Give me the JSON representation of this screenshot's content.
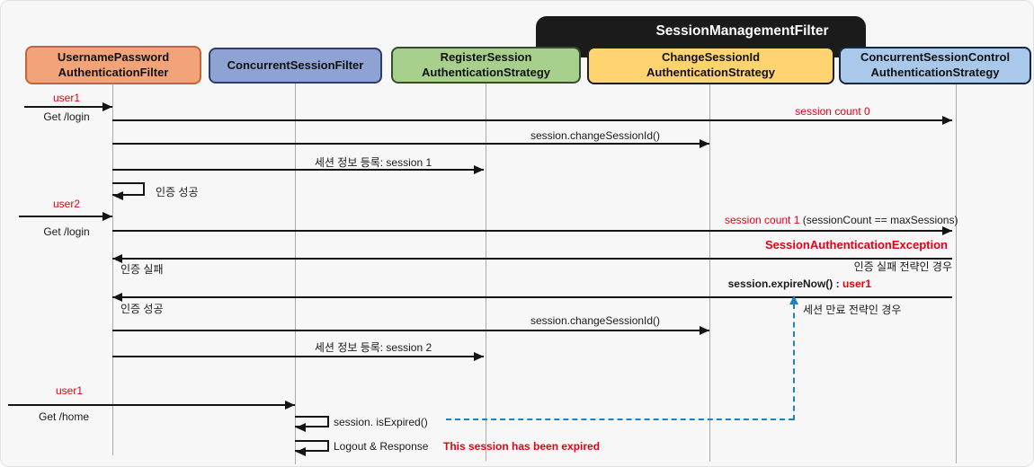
{
  "title_banner": "SessionManagementFilter",
  "participants": [
    {
      "line1": "UsernamePassword",
      "line2": "AuthenticationFilter"
    },
    {
      "line1": "ConcurrentSessionFilter",
      "line2": ""
    },
    {
      "line1": "RegisterSession",
      "line2": "AuthenticationStrategy"
    },
    {
      "line1": "ChangeSessionId",
      "line2": "AuthenticationStrategy"
    },
    {
      "line1": "ConcurrentSessionControl",
      "line2": "AuthenticationStrategy"
    }
  ],
  "flow1": {
    "user": "user1",
    "request": "Get /login",
    "session_count": "session count 0",
    "change_session_id": "session.changeSessionId()",
    "register_session": "세션 정보 등록: session 1",
    "auth_success": "인증 성공"
  },
  "flow2": {
    "user": "user2",
    "request": "Get /login",
    "session_count_red": "session count 1",
    "session_count_detail": " (sessionCount == maxSessions)",
    "exception": "SessionAuthenticationException",
    "auth_fail": "인증 실패",
    "auth_fail_strategy_note": "인증 실패 전략인 경우",
    "expire_now_label": "session.expireNow() : ",
    "expire_now_user": "user1",
    "auth_success": "인증 성공",
    "session_expire_strategy_note": "세션 만료 전략인 경우",
    "change_session_id": "session.changeSessionId()",
    "register_session": "세션 정보 등록: session 2"
  },
  "flow3": {
    "user": "user1",
    "request": "Get /home",
    "is_expired": "session. isExpired()",
    "logout": "Logout & Response",
    "expired_message": "This session has been expired"
  },
  "colors": {
    "red_text": "#e60012",
    "dashed_arrow_blue": "#1e81c4",
    "banner_black": "#1b1b1b",
    "participant_fills": [
      "#f2a478",
      "#8fa2d4",
      "#a7d08d",
      "#ffd36f",
      "#a9c8ea"
    ],
    "background": "#f7f7f7"
  }
}
